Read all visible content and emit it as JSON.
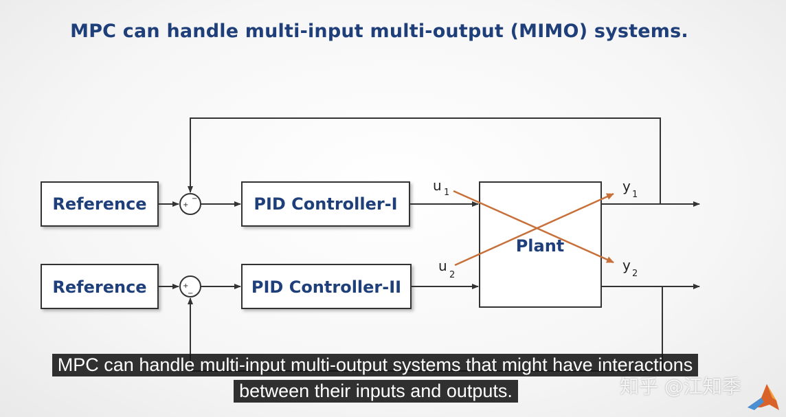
{
  "title": "MPC can handle multi-input multi-output (MIMO) systems.",
  "blocks": {
    "reference_1": "Reference",
    "reference_2": "Reference",
    "pid_1": "PID Controller-I",
    "pid_2": "PID Controller-II",
    "plant": "Plant"
  },
  "signals": {
    "u1": {
      "base": "u",
      "sub": "1"
    },
    "u2": {
      "base": "u",
      "sub": "2"
    },
    "y1": {
      "base": "y",
      "sub": "1"
    },
    "y2": {
      "base": "y",
      "sub": "2"
    }
  },
  "summers": {
    "sum_1": {
      "plus": "+",
      "minus": "−"
    },
    "sum_2": {
      "plus": "+",
      "minus": "−"
    }
  },
  "colors": {
    "title": "#1f3f7a",
    "block_text": "#1f3f7a",
    "lines": "#333333",
    "interaction_arrows": "#c8703a"
  },
  "caption": {
    "line1": "MPC can handle multi-input multi-output systems that might have interactions",
    "line2": "between their inputs and outputs."
  },
  "watermark": "知乎 @江知季"
}
